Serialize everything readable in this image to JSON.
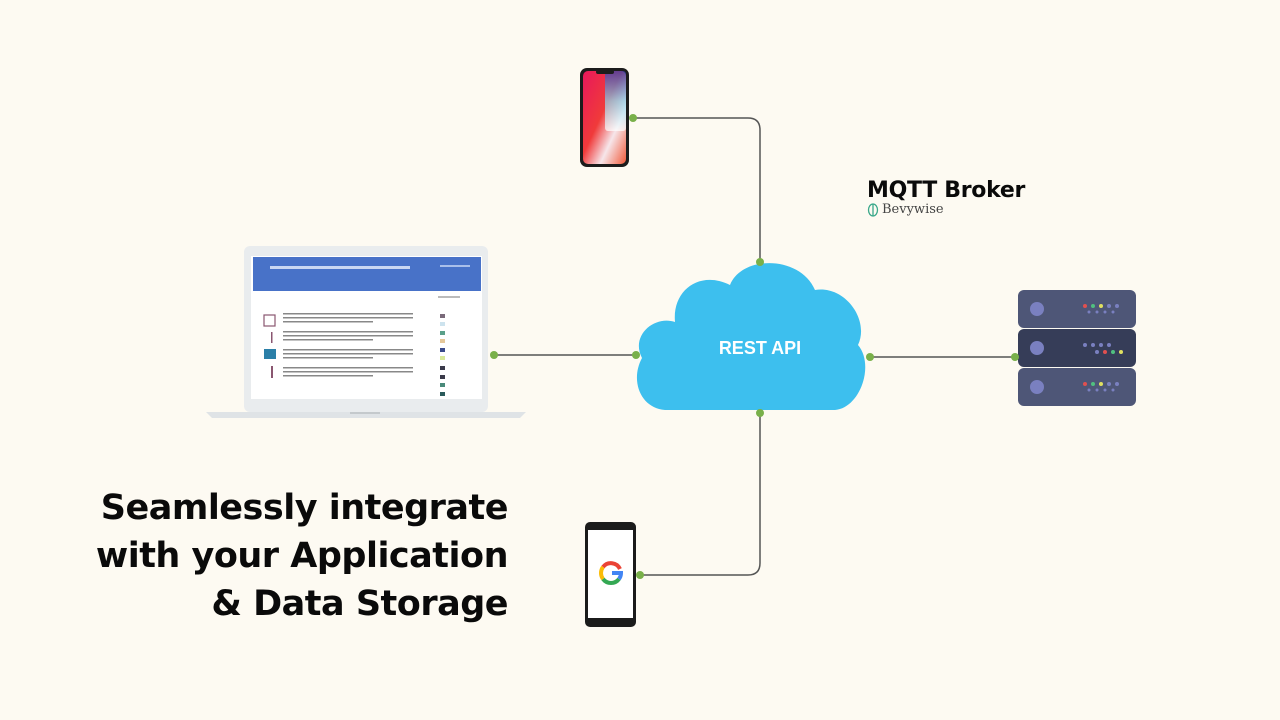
{
  "brand": {
    "title": "MQTT Broker",
    "logo_text": "Bevywise"
  },
  "cloud": {
    "label": "REST API"
  },
  "headline": {
    "lines": [
      "Seamlessly integrate",
      "with your Application",
      "& Data Storage"
    ]
  },
  "colors": {
    "background": "#fdfaf2",
    "cloud": "#3dbfee",
    "connector_dot": "#79b04a",
    "line": "#555555",
    "server": "#4a5273"
  }
}
